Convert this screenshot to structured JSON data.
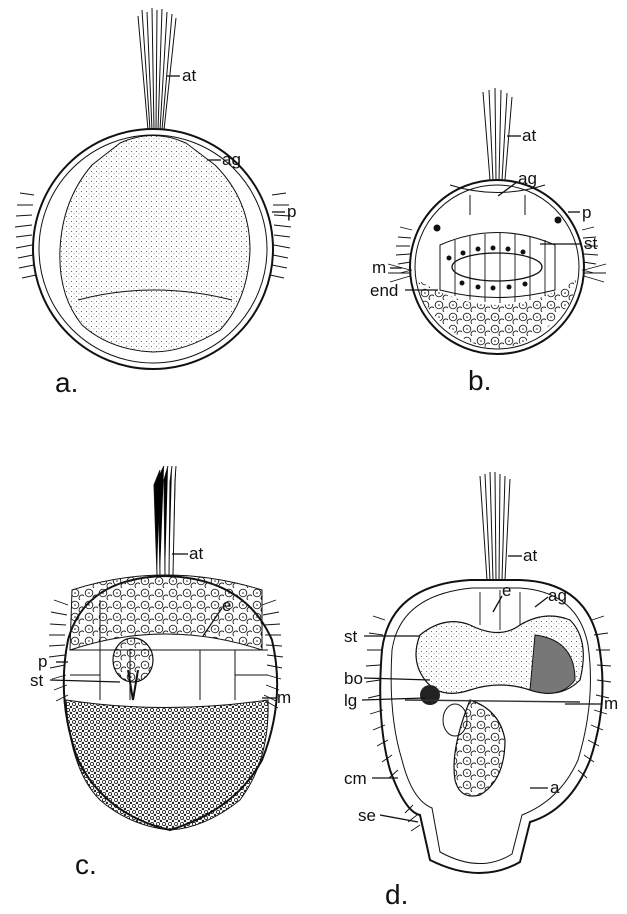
{
  "panels": {
    "a": {
      "caption": "a.",
      "labels": {
        "at": "at",
        "ag": "ag",
        "p": "p"
      }
    },
    "b": {
      "caption": "b.",
      "labels": {
        "at": "at",
        "ag": "ag",
        "p": "p",
        "st": "st",
        "m": "m",
        "end": "end"
      }
    },
    "c": {
      "caption": "c.",
      "labels": {
        "at": "at",
        "e": "e",
        "p": "p",
        "st": "st",
        "m": "m"
      }
    },
    "d": {
      "caption": "d.",
      "labels": {
        "at": "at",
        "e": "e",
        "ag": "ag",
        "st": "st",
        "bo": "bo",
        "lg": "lg",
        "m": "m",
        "cm": "cm",
        "a": "a",
        "se": "se"
      }
    }
  },
  "colors": {
    "ink": "#111111",
    "paper": "#ffffff",
    "stipple": "#d8d8d8"
  }
}
